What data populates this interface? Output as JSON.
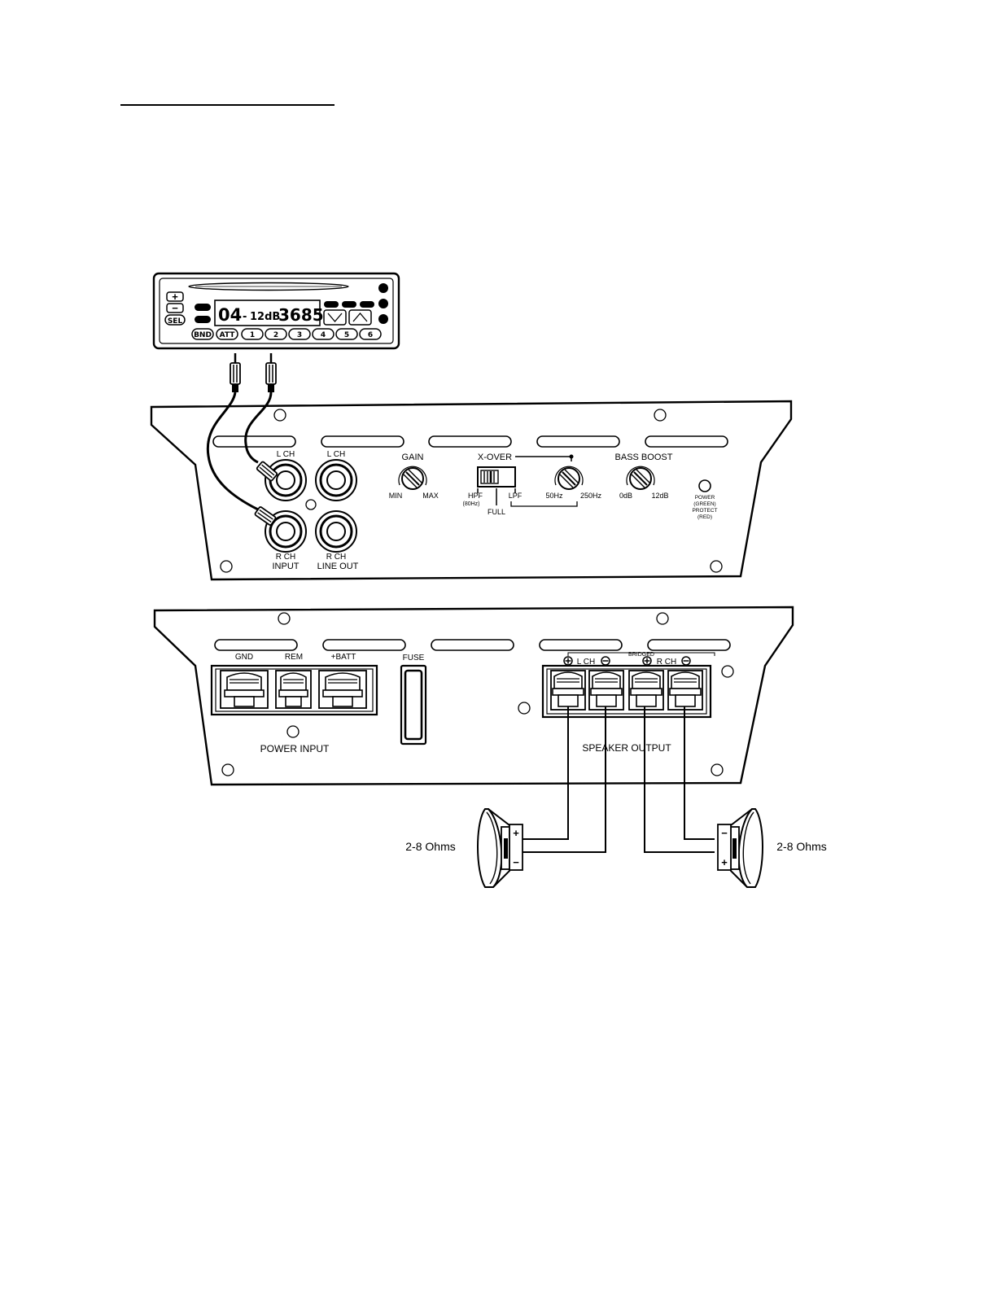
{
  "head_unit": {
    "display_text": "04",
    "display_dash": "-",
    "display_att": "12dB",
    "display_freq": "3685",
    "plus_label": "+",
    "minus_label": "−",
    "sel_label": "SEL",
    "bnd_label": "BND",
    "att_label": "ATT",
    "presets": [
      "1",
      "2",
      "3",
      "4",
      "5",
      "6"
    ]
  },
  "amp_top": {
    "lch_input": "L CH",
    "lch_lineout": "L CH",
    "rch_input": "R CH",
    "input_label": "INPUT",
    "rch_lineout": "R CH",
    "lineout_label": "LINE OUT",
    "gain_label": "GAIN",
    "gain_min": "MIN",
    "gain_max": "MAX",
    "xover_label": "X-OVER",
    "hpf": "HPF",
    "hpf_freq": "(80Hz)",
    "full": "FULL",
    "lpf": "LPF",
    "freq_low": "50Hz",
    "freq_high": "250Hz",
    "bass_boost": "BASS BOOST",
    "bass_min": "0dB",
    "bass_max": "12dB",
    "power_led": [
      "POWER",
      "(GREEN)",
      "PROTECT",
      "(RED)"
    ]
  },
  "amp_bottom": {
    "gnd": "GND",
    "rem": "REM",
    "batt": "+BATT",
    "fuse": "FUSE",
    "power_input": "POWER INPUT",
    "bridged": "BRIDGED",
    "lch": "L CH",
    "rch": "R CH",
    "speaker_output": "SPEAKER OUTPUT"
  },
  "speakers": {
    "left_impedance": "2-8 Ohms",
    "right_impedance": "2-8 Ohms",
    "plus": "+",
    "minus": "−"
  }
}
